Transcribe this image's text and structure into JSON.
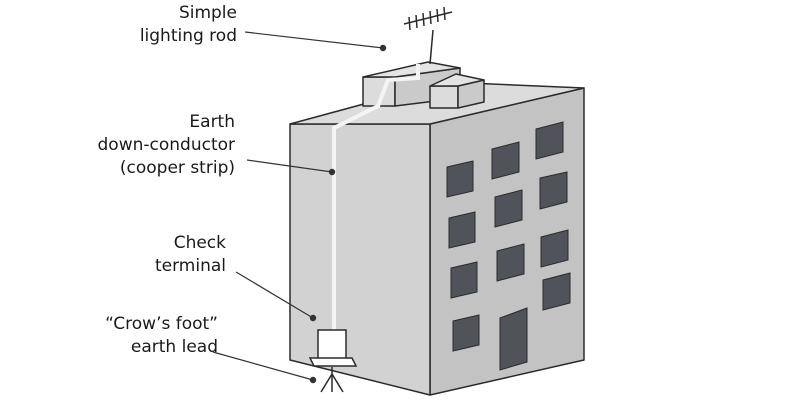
{
  "labels": {
    "lightning_rod": [
      "Simple",
      "lighting rod"
    ],
    "down_conductor": [
      "Earth",
      "down-conductor",
      "(cooper strip)"
    ],
    "check_terminal": [
      "Check",
      "terminal"
    ],
    "earth_lead": [
      "“Crow’s foot”",
      "earth lead"
    ]
  },
  "colors": {
    "outline": "#2b2b2b",
    "front_face": "#d2d2d2",
    "side_face": "#c3c3c3",
    "top_face": "#dcdcdc",
    "window": "#50535a",
    "strip": "#f4f4f4",
    "text": "#1a1a1a"
  },
  "icons": {
    "antenna": "tv-antenna-icon",
    "earth_lead": "crows-foot-icon"
  }
}
